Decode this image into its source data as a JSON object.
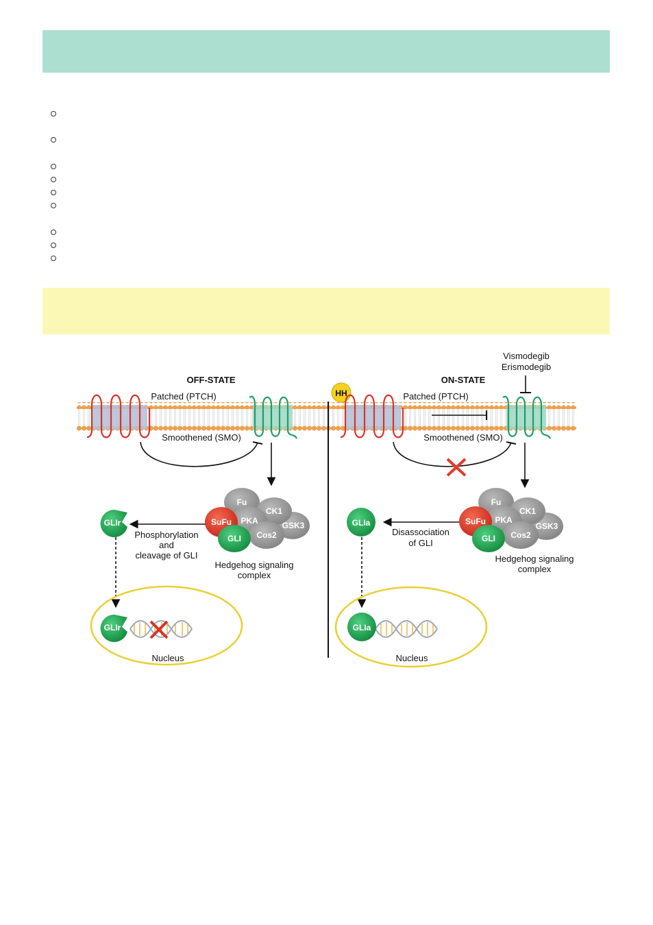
{
  "colors": {
    "top_banner": "#addfd0",
    "yellow_banner": "#fbf8b6",
    "membrane_heads": "#f0a14a",
    "ptch_red": "#d8322a",
    "smo_green": "#1f9e6a",
    "gli_green": "#1e9a4e",
    "sufu_red": "#e33b2b",
    "complex_gray": "#9a9a9a",
    "nucleus_ring": "#e9cf33",
    "hh_yellow": "#f4d21d"
  },
  "diagram": {
    "left": {
      "state_title": "OFF-STATE",
      "ptch_label": "Patched (PTCH)",
      "smo_label": "Smoothened (SMO)",
      "gli_label": "GLIr",
      "arrow_label_1": "Phosphorylation",
      "arrow_label_2": "and",
      "arrow_label_3": "cleavage of GLI",
      "complex_label_1": "Hedgehog signaling",
      "complex_label_2": "complex",
      "nucleus_gli_label": "GLIr",
      "nucleus_label": "Nucleus"
    },
    "right": {
      "state_title": "ON-STATE",
      "ligand_label": "HH",
      "drug_1": "Vismodegib",
      "drug_2": "Erismodegib",
      "ptch_label": "Patched (PTCH)",
      "smo_label": "Smoothened (SMO)",
      "gli_label": "GLIa",
      "arrow_label_1": "Disassociation",
      "arrow_label_2": "of GLI",
      "complex_label_1": "Hedgehog signaling",
      "complex_label_2": "complex",
      "nucleus_gli_label": "GLIa",
      "nucleus_label": "Nucleus"
    },
    "complex": {
      "fu": "Fu",
      "ck1": "CK1",
      "pka": "PKA",
      "gsk3": "GSK3",
      "cos2": "Cos2",
      "sufu": "SuFu",
      "gli": "GLI"
    }
  }
}
